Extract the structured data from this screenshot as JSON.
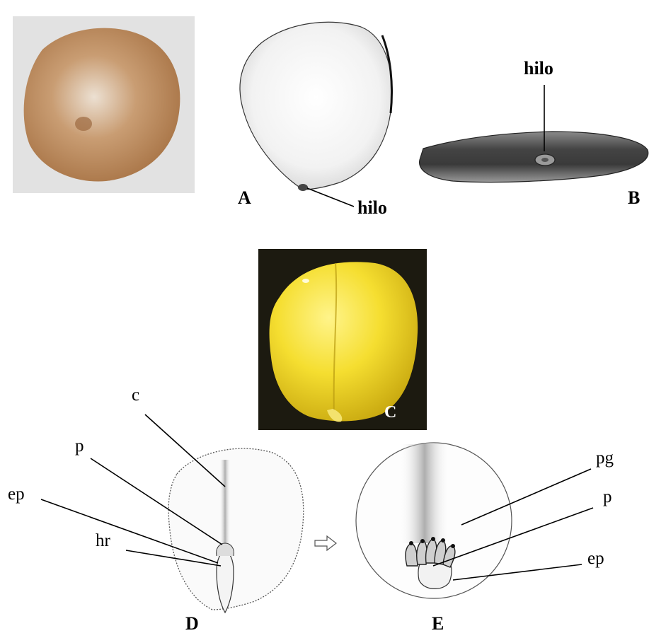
{
  "panels": {
    "A": {
      "letter": "A",
      "callout": "hilo"
    },
    "B": {
      "letter": "B",
      "callout": "hilo"
    },
    "C": {
      "letter": "C"
    },
    "D": {
      "letter": "D",
      "labels": {
        "c": "c",
        "p": "p",
        "ep": "ep",
        "hr": "hr"
      }
    },
    "E": {
      "letter": "E",
      "labels": {
        "pg": "pg",
        "p": "p",
        "ep": "ep"
      }
    }
  },
  "icons": {
    "arrow": "outline-right-arrow-icon"
  },
  "colors": {
    "seed_photo_tan": "#b98a60",
    "seed_photo_bg": "#e2e2e2",
    "embryo_yellow": "#f2dc28",
    "photo_dark_bg": "#1c1a10"
  }
}
